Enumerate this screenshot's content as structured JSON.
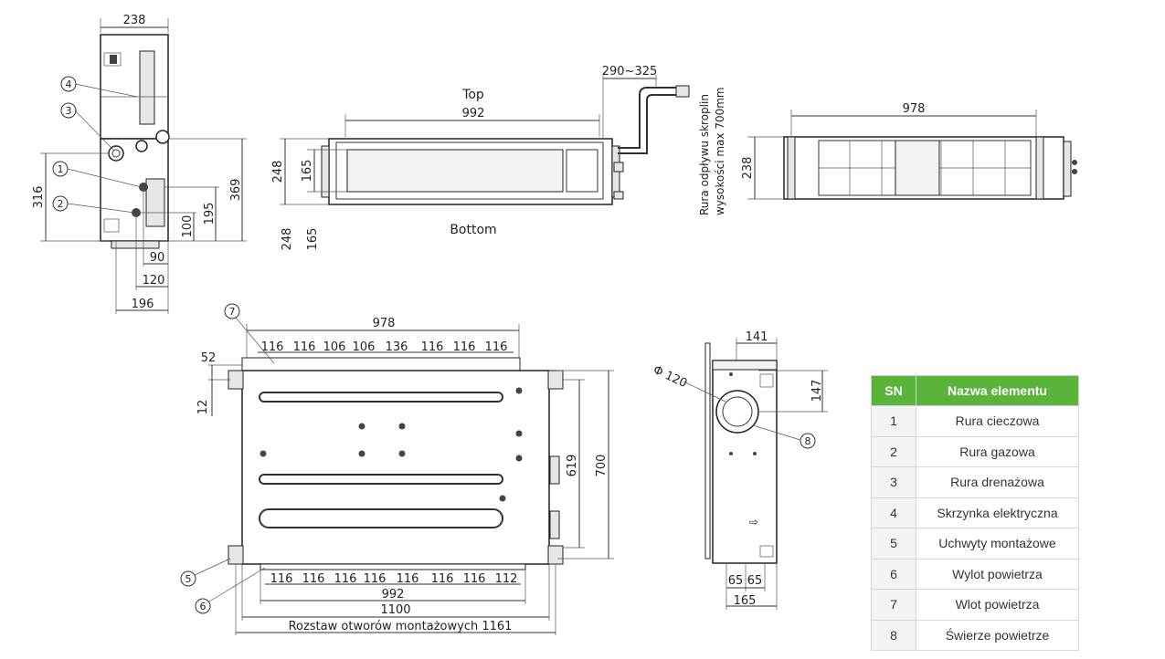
{
  "side_view": {
    "top_width": "238",
    "height_316": "316",
    "height_369": "369",
    "dim_195": "195",
    "dim_100": "100",
    "dim_90": "90",
    "dim_120": "120",
    "dim_196": "196",
    "callouts": [
      "1",
      "2",
      "3",
      "4"
    ]
  },
  "front_view": {
    "top_label": "Top",
    "bottom_label": "Bottom",
    "width_992": "992",
    "range_label": "290~325",
    "h248": "248",
    "h165": "165",
    "below_248": "248",
    "below_165": "165",
    "drain_note_1": "Rura odpływu skroplin",
    "drain_note_2": "wysokości max 700mm"
  },
  "rear_view": {
    "width": "978",
    "height": "238"
  },
  "bottom_view": {
    "width_978": "978",
    "top_spacings": [
      "116",
      "116",
      "106",
      "106",
      "136",
      "116",
      "116",
      "116"
    ],
    "dim_52": "52",
    "dim_12": "12",
    "dim_619": "619",
    "dim_700": "700",
    "bottom_spacings": [
      "116",
      "116",
      "116",
      "116",
      "116",
      "116",
      "116",
      "112"
    ],
    "width_992": "992",
    "width_1100": "1100",
    "mounting": "Rozstaw otworów montażowych 1161",
    "callouts": [
      "7",
      "5",
      "6"
    ]
  },
  "end_view": {
    "dim_141": "141",
    "diameter": "Φ 120",
    "dim_147": "147",
    "dim_65a": "65",
    "dim_65b": "65",
    "dim_165": "165",
    "callout": "8"
  },
  "legend": {
    "header_sn": "SN",
    "header_name": "Nazwa elementu",
    "rows": [
      {
        "sn": "1",
        "name": "Rura cieczowa"
      },
      {
        "sn": "2",
        "name": "Rura gazowa"
      },
      {
        "sn": "3",
        "name": "Rura drenażowa"
      },
      {
        "sn": "4",
        "name": "Skrzynka elektryczna"
      },
      {
        "sn": "5",
        "name": "Uchwyty montażowe"
      },
      {
        "sn": "6",
        "name": "Wylot powietrza"
      },
      {
        "sn": "7",
        "name": "Wlot powietrza"
      },
      {
        "sn": "8",
        "name": "Świerze powietrze"
      }
    ]
  }
}
